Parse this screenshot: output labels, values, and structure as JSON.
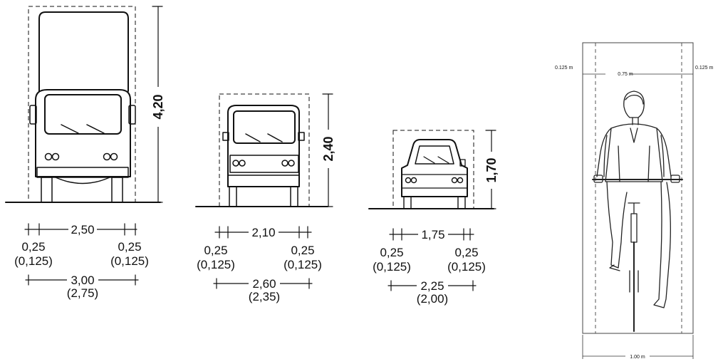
{
  "truck": {
    "height": "4,20",
    "width": "2,50",
    "clear_left": "0,25",
    "clear_left_alt": "(0,125)",
    "clear_right": "0,25",
    "clear_right_alt": "(0,125)",
    "total": "3,00",
    "total_alt": "(2,75)"
  },
  "van": {
    "height": "2,40",
    "width": "2,10",
    "clear_left": "0,25",
    "clear_left_alt": "(0,125)",
    "clear_right": "0,25",
    "clear_right_alt": "(0,125)",
    "total": "2,60",
    "total_alt": "(2,35)"
  },
  "car": {
    "height": "1,70",
    "width": "1,75",
    "clear_left": "0,25",
    "clear_left_alt": "(0,125)",
    "clear_right": "0,25",
    "clear_right_alt": "(0,125)",
    "total": "2,25",
    "total_alt": "(2,00)"
  },
  "cyclist": {
    "clear_left": "0.125 m",
    "width": "0.75 m",
    "clear_right": "0.125 m",
    "total": "1.00 m"
  }
}
